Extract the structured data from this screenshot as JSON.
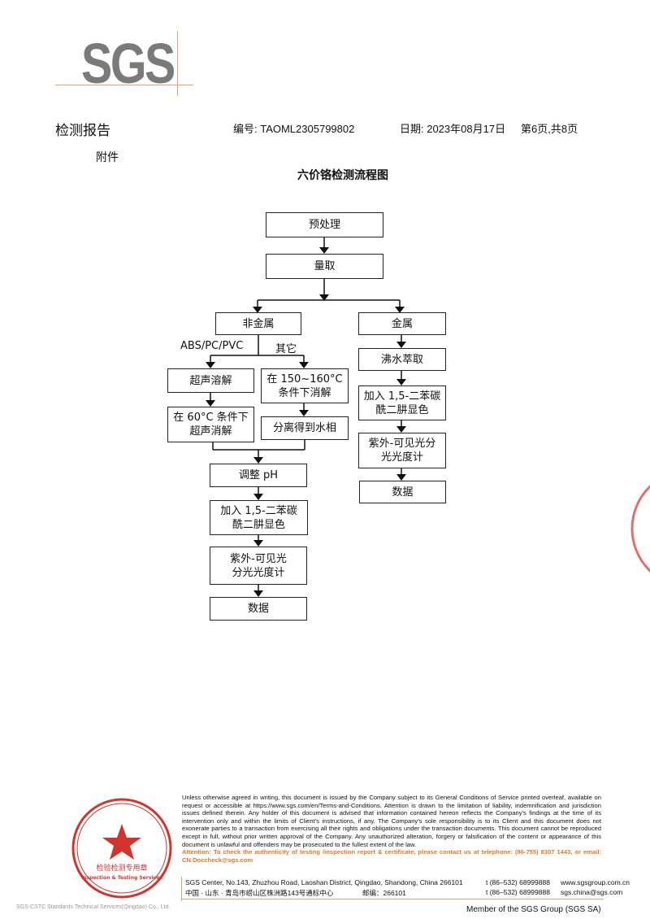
{
  "header": {
    "logo": "SGS",
    "report_title": "检测报告",
    "report_no": "编号: TAOML2305799802",
    "date": "日期: 2023年08月17日",
    "page": "第6页,共8页",
    "appendix": "附件"
  },
  "flowchart": {
    "title": "六价铬检测流程图",
    "pretreat": "预处理",
    "measure": "量取",
    "nonmetal": "非金属",
    "metal": "金属",
    "branch_abs": "ABS/PC/PVC",
    "branch_other": "其它",
    "ultra_dissolve": "超声溶解",
    "digest_150": "在 150~160°C 条件下消解",
    "ultra_60": "在 60°C 条件下超声消解",
    "separate": "分离得到水相",
    "adjust_ph": "调整 pH",
    "add_dpc_left": "加入 1,5-二苯碳酰二肼显色",
    "uv_left": "紫外-可见光分光光度计",
    "data_left": "数据",
    "boil_extract": "沸水萃取",
    "add_dpc_right": "加入 1,5-二苯碳酰二肼显色",
    "uv_right": "紫外-可见光分光光度计",
    "data_right": "数据"
  },
  "footer": {
    "disclaimer": "Unless otherwise agreed in writing, this document is issued by the Company subject to its General Conditions of Service printed overleaf, available on request or accessible at https://www.sgs.com/en/Terms-and-Conditions. Attention is drawn to the limitation of liability, indemnification and jurisdiction issues defined therein. Any holder of this document is advised that information contained hereon reflects the Company's findings at the time of its intervention only and within the limits of Client's instructions, if any. The Company's sole responsibility is to its Client and this document does not exonerate parties to a transaction from exercising all their rights and obligations under the transaction documents. This document cannot be reproduced except in full, without prior written approval of the Company. Any unauthorized alteration, forgery or falsification of the content or appearance of this document is unlawful and offenders may be prosecuted to the fullest extent of the law.",
    "attention": "Attention: To check the authenticity of testing /inspection report & certificate, please contact us at telephone: (86-755) 8307 1443, or email: CN.Doccheck@sgs.com",
    "company_left": "SGS-CSTC Standards Technical Services(Qingdao) Co., Ltd.",
    "address_en": "SGS Center, No.143, Zhuzhou Road, Laoshan District, Qingdao, Shandong, China 266101",
    "address_cn": "中国 · 山东 · 青岛市崂山区株洲路143号通标中心",
    "postcode": "邮编：266101",
    "tel1": "t (86–532) 68999888",
    "tel2": "t (86–532) 68999888",
    "web": "www.sgsgroup.com.cn",
    "email": "sgs.china@sgs.com",
    "member": "Member of the SGS Group (SGS SA)"
  },
  "stamp": {
    "text_cn": "检验检测专用章",
    "text_en": "Inspection & Testing Services",
    "color": "#d0342c"
  },
  "colors": {
    "logo": "#7a7a7a",
    "accent_line": "#e8a070",
    "attention": "#e07a2a"
  }
}
